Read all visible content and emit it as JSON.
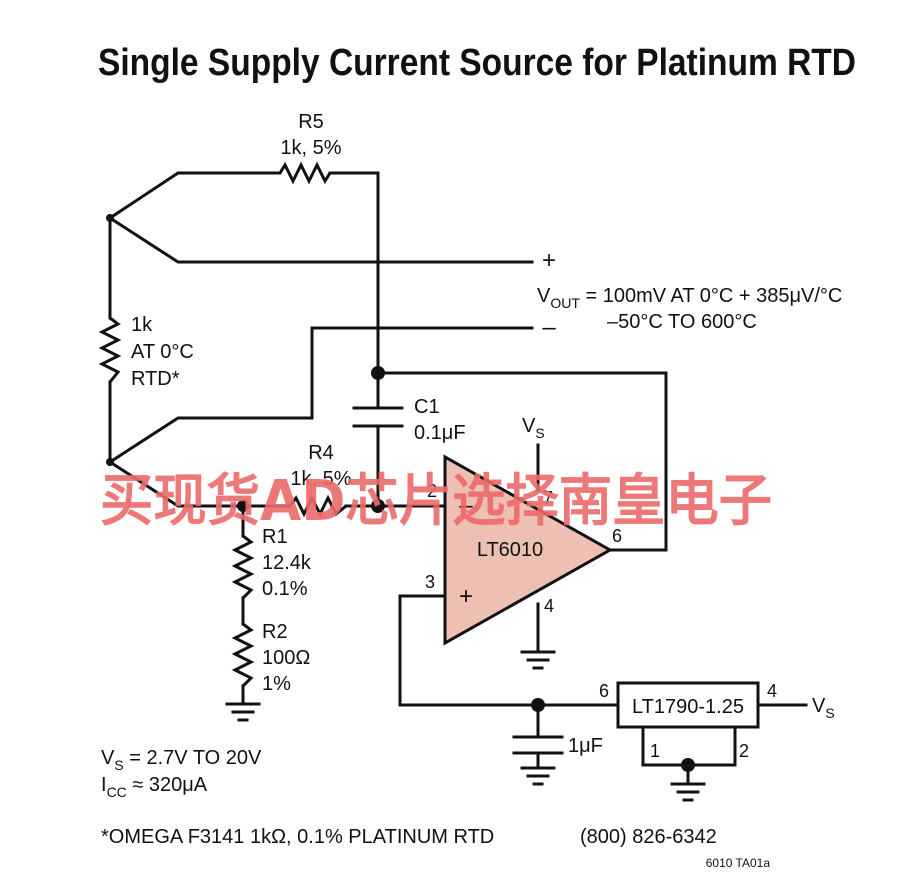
{
  "title": "Single Supply Current Source for Platinum RTD",
  "colors": {
    "opamp_fill": "#eec0b4",
    "watermark": "#ec6a6a",
    "ink": "#111111"
  },
  "r5": {
    "name": "R5",
    "value": "1k, 5%"
  },
  "rtd": {
    "l1": "1k",
    "l2": "AT 0°C",
    "l3": "RTD*"
  },
  "output": {
    "plus": "+",
    "minus": "–",
    "vout_main": "V",
    "vout_sub": "OUT",
    "vout_eq": " = 100mV AT 0°C + 385μV/°C",
    "range": "–50°C TO 600°C"
  },
  "c1": {
    "name": "C1",
    "value": "0.1μF"
  },
  "r4": {
    "name": "R4",
    "value": "1k, 5%"
  },
  "r1": {
    "name": "R1",
    "v1": "12.4k",
    "v2": "0.1%"
  },
  "r2": {
    "name": "R2",
    "v1": "100Ω",
    "v2": "1%"
  },
  "opamp": {
    "name": "LT6010",
    "minus": "–",
    "plus": "+",
    "pin2": "2",
    "pin3": "3",
    "pin4": "4",
    "pin6": "6",
    "pin7": "7",
    "vs_main": "V",
    "vs_sub": "S"
  },
  "ref": {
    "name": "LT1790-1.25",
    "pin1": "1",
    "pin2": "2",
    "pin4": "4",
    "pin6": "6",
    "vs_main": "V",
    "vs_sub": "S"
  },
  "cap_out": {
    "value": "1μF"
  },
  "supply": {
    "vs_main": "V",
    "vs_sub": "S",
    "vs_rest": " = 2.7V TO 20V",
    "icc_main": "I",
    "icc_sub": "CC",
    "icc_rest": " ≈ 320μA"
  },
  "footnote": "*OMEGA F3141 1kΩ, 0.1% PLATINUM RTD",
  "phone": "(800) 826-6342",
  "figure_id": "6010 TA01a",
  "watermark": "买现货AD芯片选择南皇电子"
}
